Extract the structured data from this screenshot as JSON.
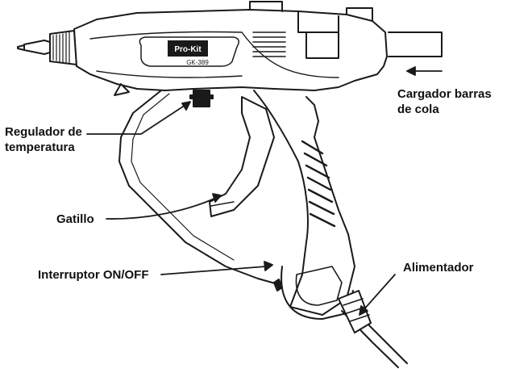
{
  "diagram": {
    "brand_badge": "Pro-Kit",
    "model_text": "GK-389",
    "labels": {
      "cargador": [
        "Cargador barras",
        "de cola"
      ],
      "regulador": [
        "Regulador de",
        "temperatura"
      ],
      "gatillo": "Gatillo",
      "interruptor": "Interruptor ON/OFF",
      "alimentador": "Alimentador"
    }
  }
}
